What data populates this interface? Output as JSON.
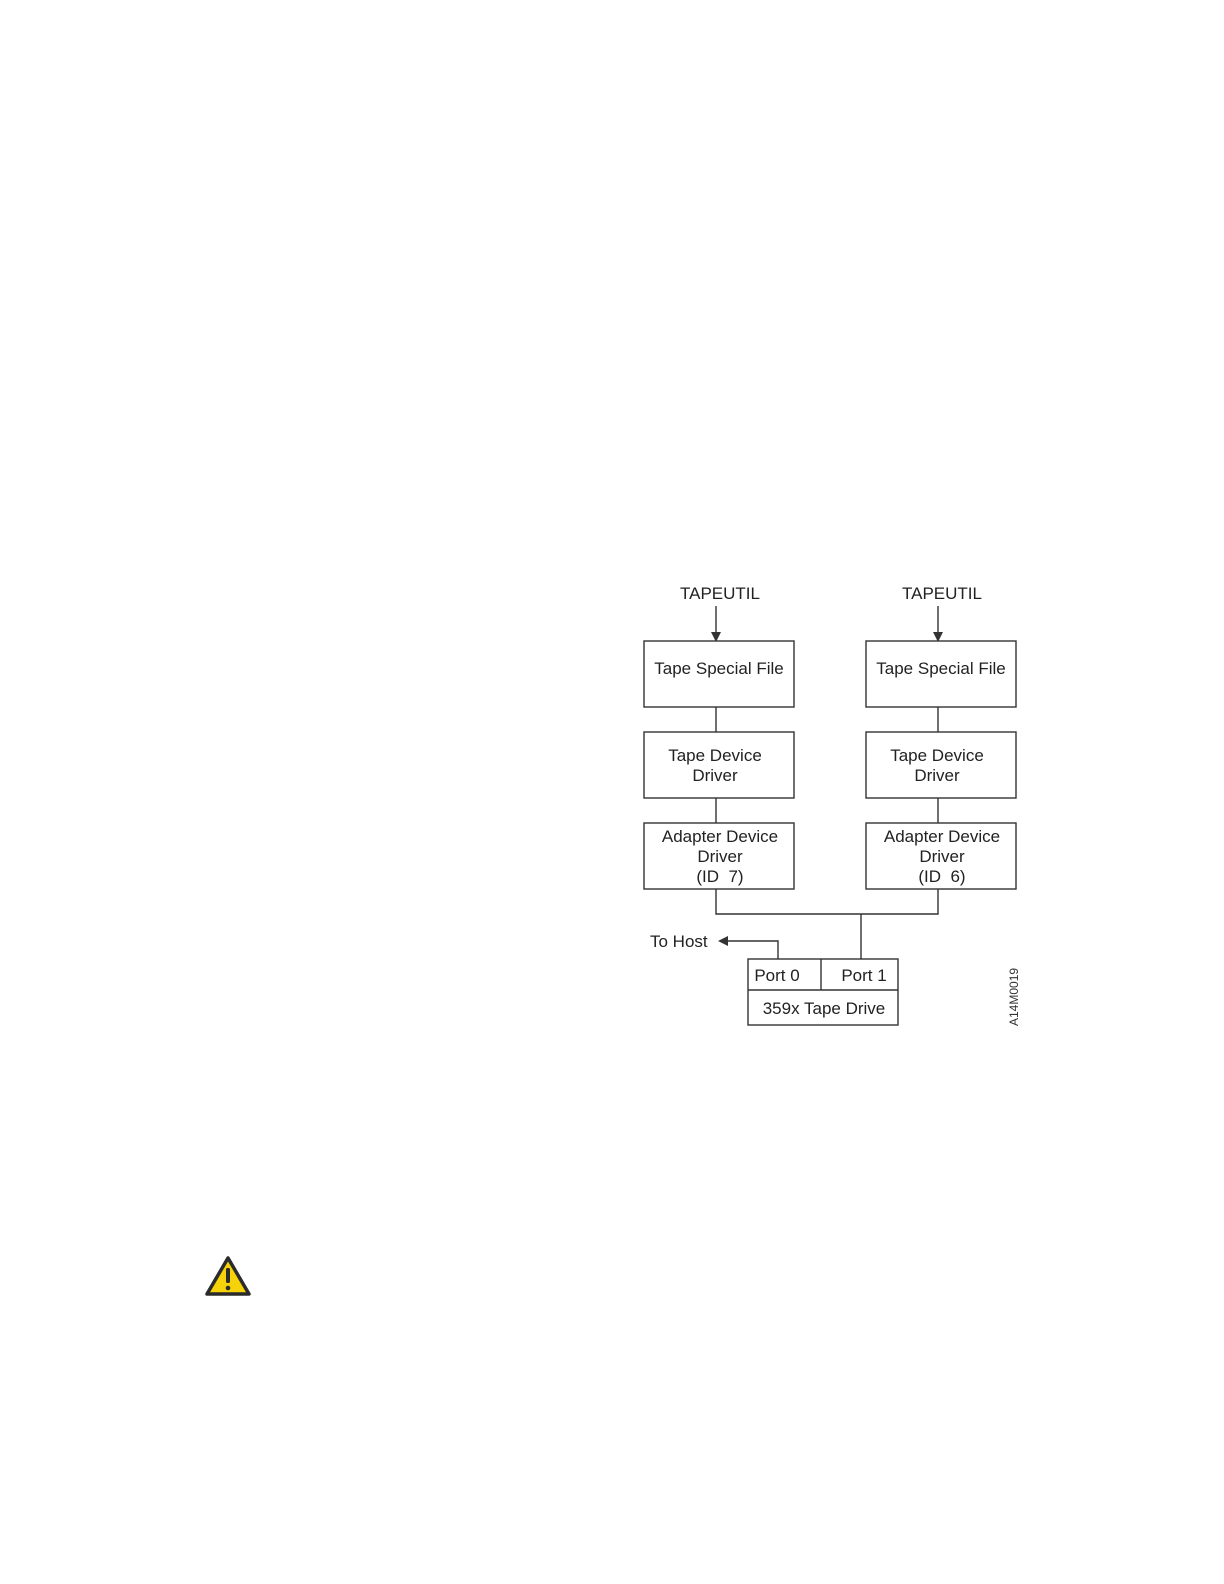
{
  "diagram": {
    "left_stack": {
      "input": "TAPEUTIL",
      "special_file": "Tape Special File",
      "device_driver": [
        "Tape Device",
        "Driver"
      ],
      "adapter_driver": [
        "Adapter Device",
        "Driver",
        "(ID  7)"
      ]
    },
    "right_stack": {
      "input": "TAPEUTIL",
      "special_file": "Tape Special File",
      "device_driver": [
        "Tape Device",
        "Driver"
      ],
      "adapter_driver": [
        "Adapter Device",
        "Driver",
        "(ID  6)"
      ]
    },
    "to_host": "To Host",
    "drive": {
      "port0": "Port 0",
      "port1": "Port 1",
      "name": "359x Tape Drive"
    },
    "figure_id": "A14M0019"
  },
  "warning_icon": "warning-triangle-icon",
  "colors": {
    "line": "#333333",
    "warning_fill": "#f5d20a",
    "warning_stroke": "#2b2b2b"
  }
}
